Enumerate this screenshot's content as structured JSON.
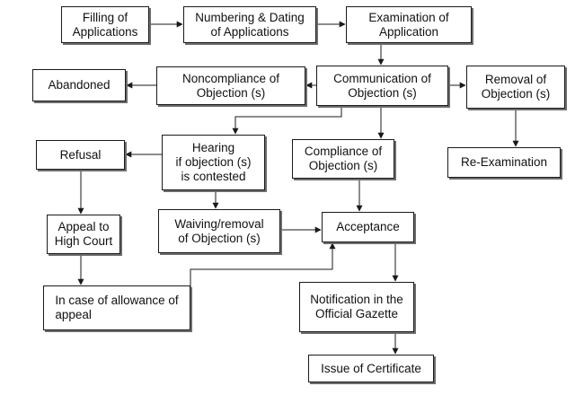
{
  "diagram": {
    "nodes": {
      "filling": "Filling of\nApplications",
      "numbering": "Numbering & Dating\nof Applications",
      "examination": "Examination of\nApplication",
      "abandoned": "Abandoned",
      "noncompliance": "Noncompliance of\nObjection (s)",
      "communication": "Communication of\nObjection (s)",
      "removal": "Removal of\nObjection (s)",
      "refusal": "Refusal",
      "hearing": "Hearing\nif objection (s)\nis contested",
      "compliance": "Compliance of\nObjection (s)",
      "reexam": "Re-Examination",
      "appeal": "Appeal to\nHigh Court",
      "waiving": "Waiving/removal\nof Objection (s)",
      "acceptance": "Acceptance",
      "allowance": "In case of allowance of\nappeal",
      "notification": "Notification in the\nOfficial Gazette",
      "certificate": "Issue of Certificate"
    },
    "edges": [
      {
        "from": "filling",
        "to": "numbering"
      },
      {
        "from": "numbering",
        "to": "examination"
      },
      {
        "from": "examination",
        "to": "communication"
      },
      {
        "from": "communication",
        "to": "noncompliance"
      },
      {
        "from": "noncompliance",
        "to": "abandoned"
      },
      {
        "from": "communication",
        "to": "removal"
      },
      {
        "from": "removal",
        "to": "reexam"
      },
      {
        "from": "communication",
        "to": "hearing"
      },
      {
        "from": "communication",
        "to": "compliance"
      },
      {
        "from": "hearing",
        "to": "refusal"
      },
      {
        "from": "hearing",
        "to": "waiving"
      },
      {
        "from": "refusal",
        "to": "appeal"
      },
      {
        "from": "appeal",
        "to": "allowance"
      },
      {
        "from": "allowance",
        "to": "acceptance"
      },
      {
        "from": "waiving",
        "to": "acceptance"
      },
      {
        "from": "compliance",
        "to": "acceptance"
      },
      {
        "from": "acceptance",
        "to": "notification"
      },
      {
        "from": "notification",
        "to": "certificate"
      }
    ]
  }
}
